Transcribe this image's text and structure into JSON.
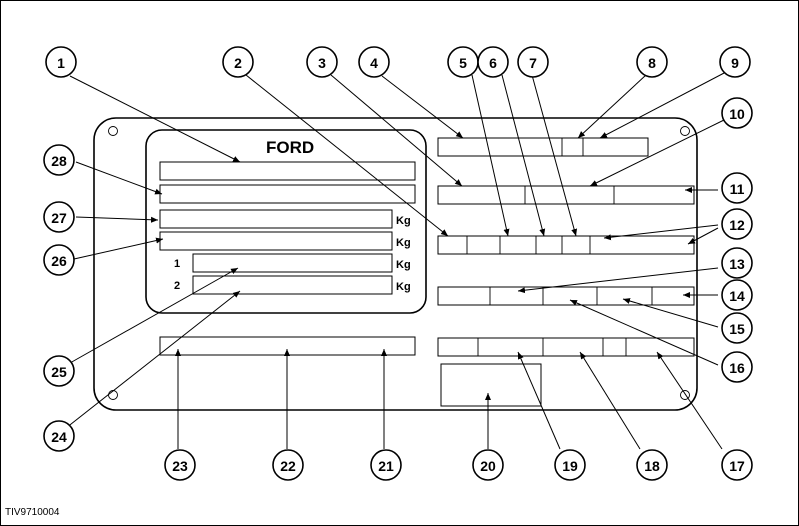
{
  "plate": {
    "brand": "FORD",
    "unit_labels": [
      "Kg",
      "Kg",
      "Kg",
      "Kg"
    ],
    "row_numbers": [
      "1",
      "2"
    ]
  },
  "figure_ref": "TIV9710004",
  "callouts": [
    "1",
    "2",
    "3",
    "4",
    "5",
    "6",
    "7",
    "8",
    "9",
    "10",
    "11",
    "12",
    "13",
    "14",
    "15",
    "16",
    "17",
    "18",
    "19",
    "20",
    "21",
    "22",
    "23",
    "24",
    "25",
    "26",
    "27",
    "28"
  ]
}
